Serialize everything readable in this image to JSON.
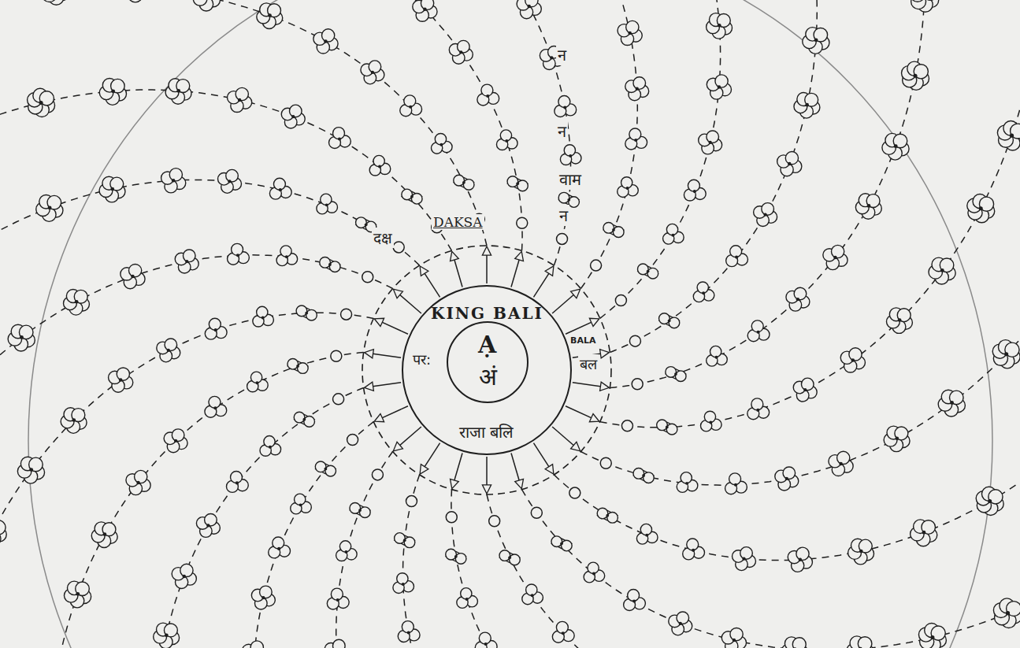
{
  "diagram": {
    "nodes": [
      {
        "text": [
          "KING BALI",
          "राजा बलि"
        ]
      },
      {
        "text": [
          "Ạ",
          "अं"
        ],
        "in": 0
      }
    ],
    "labels": [
      "न",
      "न",
      "वाम",
      "न",
      "दक्ष",
      "DAKSA",
      "पर:",
      "BALA",
      "बल"
    ]
  }
}
